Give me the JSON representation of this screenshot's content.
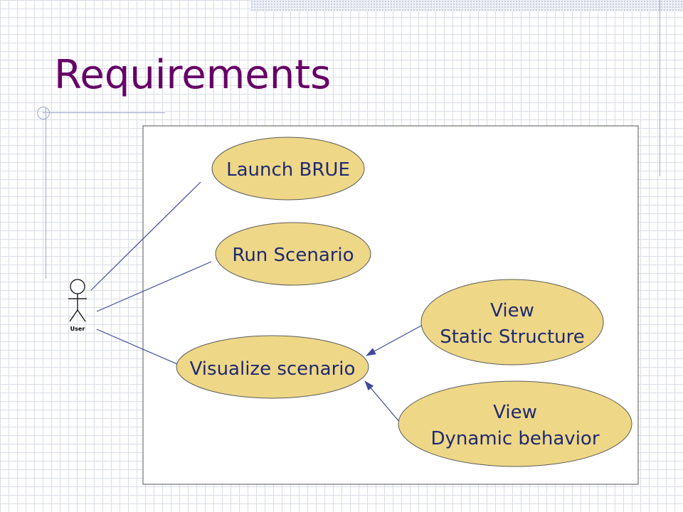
{
  "slide": {
    "title": "Requirements"
  },
  "actor": {
    "label": "User"
  },
  "use_cases": {
    "launch": "Launch BRUE",
    "run": "Run Scenario",
    "visualize": "Visualize scenario",
    "static_line1": "View",
    "static_line2": "Static Structure",
    "dynamic_line1": "View",
    "dynamic_line2": "Dynamic behavior"
  },
  "colors": {
    "title": "#660066",
    "ellipse_fill": "#eed787",
    "ellipse_stroke": "#5b5b5b",
    "connector": "#3f4a9a",
    "text": "#1f2a72"
  }
}
